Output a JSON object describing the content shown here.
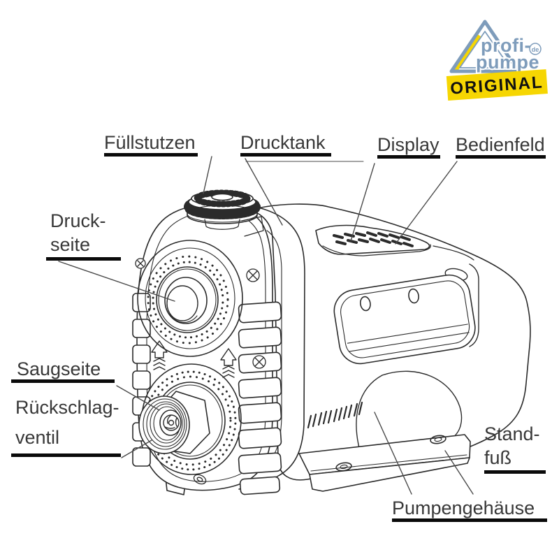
{
  "logo": {
    "brand_line1": "profi-",
    "brand_line2": "pumpe",
    "brand_suffix": "de",
    "badge_text": "ORIGINAL",
    "colors": {
      "brand": "#7E9CBB",
      "badge_bg": "#F6D602",
      "badge_text": "#111111"
    }
  },
  "labels": {
    "fuellstutzen": {
      "text": "Füllstutzen"
    },
    "drucktank": {
      "text": "Drucktank"
    },
    "display": {
      "text": "Display"
    },
    "bedienfeld": {
      "text": "Bedienfeld"
    },
    "druckseite": {
      "line1": "Druck-",
      "line2": "seite"
    },
    "saugseite": {
      "text": "Saugseite"
    },
    "rueckschlagventil": {
      "line1": "Rückschlag-",
      "line2": "ventil"
    },
    "standfuss": {
      "line1": "Stand-",
      "line2": "fuß"
    },
    "pumpengehaeuse": {
      "text": "Pumpengehäuse"
    }
  }
}
